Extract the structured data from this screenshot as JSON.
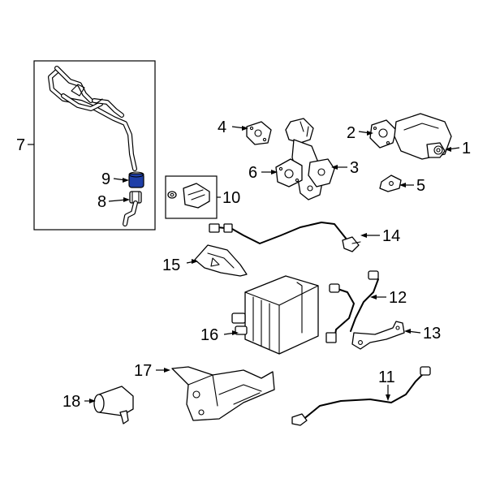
{
  "diagram": {
    "highlight_color": "#1f3fa8",
    "line_color": "#000000",
    "background": "#ffffff",
    "highlighted_part": "9",
    "callouts": [
      {
        "id": "c1",
        "label": "1"
      },
      {
        "id": "c2",
        "label": "2"
      },
      {
        "id": "c3",
        "label": "3"
      },
      {
        "id": "c4",
        "label": "4"
      },
      {
        "id": "c5",
        "label": "5"
      },
      {
        "id": "c6",
        "label": "6"
      },
      {
        "id": "c7",
        "label": "7"
      },
      {
        "id": "c8",
        "label": "8"
      },
      {
        "id": "c9",
        "label": "9"
      },
      {
        "id": "c10",
        "label": "10"
      },
      {
        "id": "c11",
        "label": "11"
      },
      {
        "id": "c12",
        "label": "12"
      },
      {
        "id": "c13",
        "label": "13"
      },
      {
        "id": "c14",
        "label": "14"
      },
      {
        "id": "c15",
        "label": "15"
      },
      {
        "id": "c16",
        "label": "16"
      },
      {
        "id": "c17",
        "label": "17"
      },
      {
        "id": "c18",
        "label": "18"
      }
    ]
  }
}
